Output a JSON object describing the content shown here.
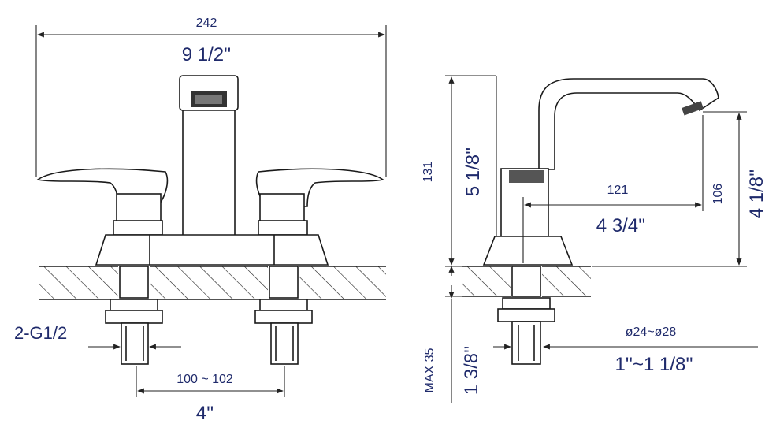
{
  "front_view": {
    "overall_width_mm": "242",
    "overall_width_in": "9 1/2''",
    "connection": "2-G1/2",
    "center_spacing_mm": "100 ~ 102",
    "center_spacing_in": "4''"
  },
  "side_view": {
    "height_mm": "131",
    "height_in": "5 1/8''",
    "reach_mm": "121",
    "reach_in": "4 3/4''",
    "spout_height_mm": "106",
    "spout_height_in": "4 1/8''",
    "deck_max_mm": "MAX 35",
    "deck_max_in": "1 3/8''",
    "hole_dia_mm": "ø24~ø28",
    "hole_dia_in": "1''~1 1/8''"
  },
  "colors": {
    "label": "#1f2a6b",
    "line": "#1a1a1a"
  }
}
